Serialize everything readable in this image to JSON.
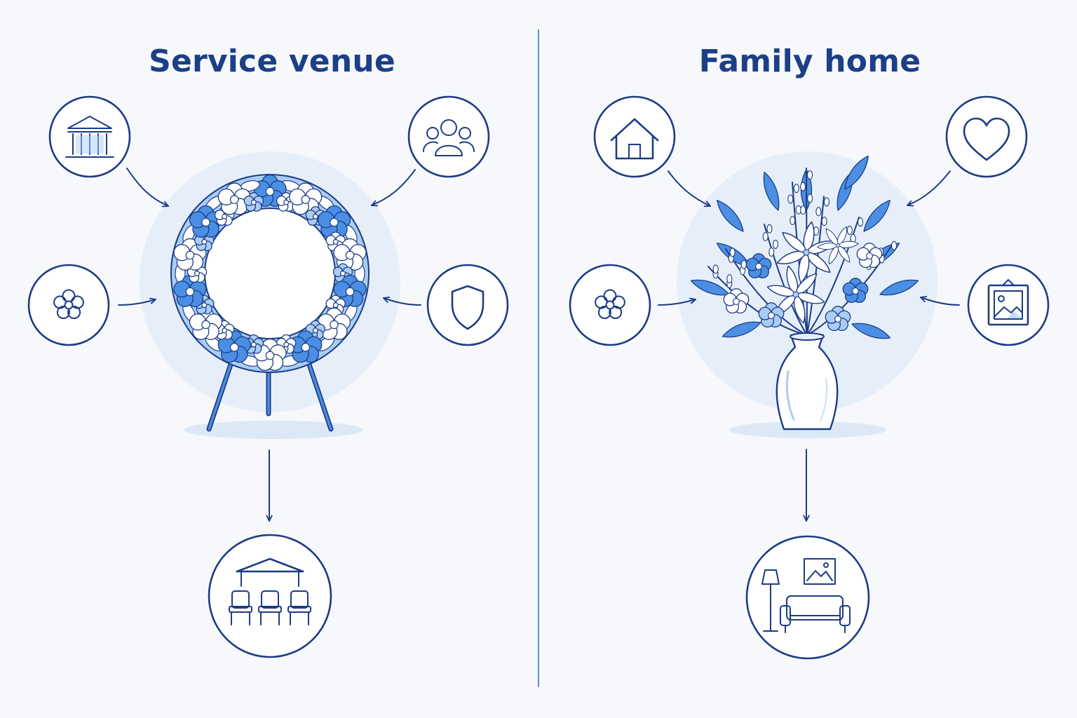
{
  "panels": {
    "left": {
      "title": "Service venue",
      "center": "funeral-wreath-on-stand",
      "inputs": [
        "bank-building-icon",
        "people-group-icon",
        "flower-icon",
        "shield-icon"
      ],
      "output": "chapel-seating-icon"
    },
    "right": {
      "title": "Family home",
      "center": "lily-bouquet-in-vase",
      "inputs": [
        "house-icon",
        "heart-icon",
        "flower-icon",
        "framed-picture-icon"
      ],
      "output": "living-room-icon"
    }
  },
  "colors": {
    "ink": "#1d3c85",
    "accent": "#4a8fe3",
    "accent_light": "#a9cdf5",
    "halo": "#e6eff9",
    "background": "#f6f8fb"
  }
}
